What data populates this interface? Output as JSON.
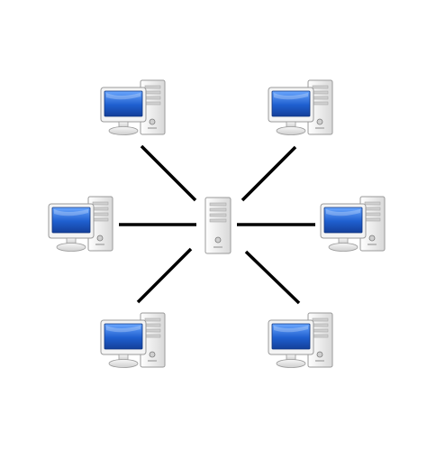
{
  "diagram": {
    "type": "star-network",
    "hub": {
      "icon": "server-tower-icon"
    },
    "nodes": [
      {
        "id": "top-left",
        "icon": "desktop-computer-icon"
      },
      {
        "id": "top-right",
        "icon": "desktop-computer-icon"
      },
      {
        "id": "middle-left",
        "icon": "desktop-computer-icon"
      },
      {
        "id": "middle-right",
        "icon": "desktop-computer-icon"
      },
      {
        "id": "bottom-left",
        "icon": "desktop-computer-icon"
      },
      {
        "id": "bottom-right",
        "icon": "desktop-computer-icon"
      }
    ],
    "colors": {
      "screen": "#1f5fcf",
      "screen_highlight": "#6aa7ff",
      "case": "#e9e9e9",
      "case_outline": "#9a9a9a",
      "connector": "#000000"
    }
  }
}
